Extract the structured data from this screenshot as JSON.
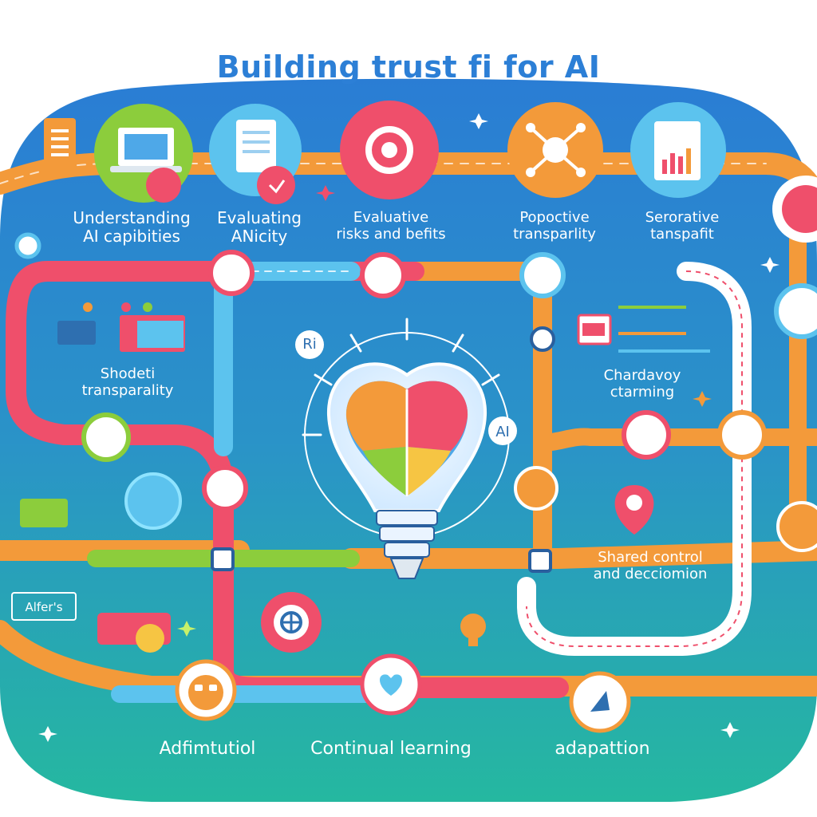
{
  "title": "Building trust fi for AI",
  "top_stages": [
    {
      "line1": "Understanding",
      "line2": "AI capibities"
    },
    {
      "line1": "Evaluating",
      "line2": "ANicity"
    },
    {
      "line1": "Evaluative",
      "line2": "risks and befits"
    },
    {
      "line1": "Popoctive",
      "line2": "transparlity"
    },
    {
      "line1": "Serorative",
      "line2": "tanspafit"
    }
  ],
  "left_panel": {
    "line1": "Shodeti",
    "line2": "transparality"
  },
  "right_panel": {
    "line1": "Chardavoy",
    "line2": "ctarming"
  },
  "shared": {
    "line1": "Shared control",
    "line2": "and decciomion"
  },
  "bottom_stages": [
    "Adfimtutiol",
    "Continual learning",
    "adapattion"
  ],
  "tag_label": "Alfer's",
  "center_text": {
    "ri": "Ri",
    "ai": "AI"
  },
  "colors": {
    "bg_top": "#2a7dd4",
    "bg_bottom": "#25b8a0",
    "road_orange": "#f39a3a",
    "road_red": "#ef4f6b",
    "road_blue": "#5cc3ee",
    "road_green": "#8ccd3c",
    "title": "#2c7fd6"
  },
  "icons": [
    "document-icon",
    "laptop-icon",
    "checklist-icon",
    "gear-icon",
    "network-icon",
    "report-icon",
    "lightbulb-heart-icon",
    "face-icon",
    "heart-icon",
    "arrow-icon"
  ]
}
